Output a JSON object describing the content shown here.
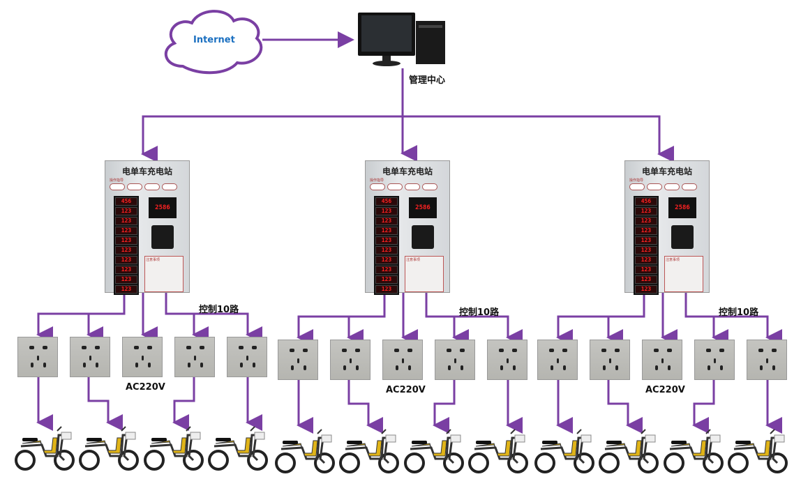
{
  "cloud": {
    "label": "Internet"
  },
  "management": {
    "label": "管理中心"
  },
  "colors": {
    "wire": "#7a3fa3",
    "cloud_text": "#1a6fc0"
  },
  "stations": [
    {
      "title": "电单车充电站",
      "steps_label": "操作指导",
      "meter": "2586",
      "ports": [
        "456",
        "123",
        "123",
        "123",
        "123",
        "123",
        "123",
        "123",
        "123",
        "123"
      ],
      "notice": "注意事项",
      "control_label": "控制10路",
      "voltage_label": "AC220V"
    },
    {
      "title": "电单车充电站",
      "steps_label": "操作指导",
      "meter": "2586",
      "ports": [
        "456",
        "123",
        "123",
        "123",
        "123",
        "123",
        "123",
        "123",
        "123",
        "123"
      ],
      "notice": "注意事项",
      "control_label": "控制10路",
      "voltage_label": "AC220V"
    },
    {
      "title": "电单车充电站",
      "steps_label": "操作指导",
      "meter": "2586",
      "ports": [
        "456",
        "123",
        "123",
        "123",
        "123",
        "123",
        "123",
        "123",
        "123",
        "123"
      ],
      "notice": "注意事项",
      "control_label": "控制10路",
      "voltage_label": "AC220V"
    }
  ]
}
